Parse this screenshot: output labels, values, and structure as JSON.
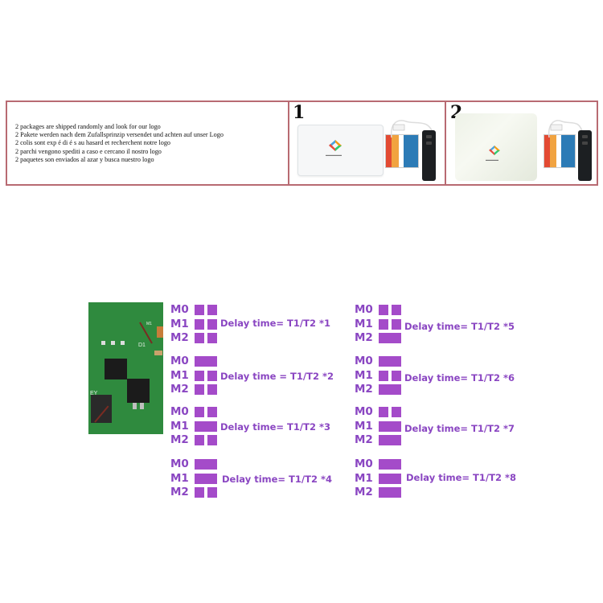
{
  "notice": {
    "lines": [
      "2 packages are shipped randomly and look for our logo",
      "2 Pakete werden nach dem Zufallsprinzip versendet und achten auf unser Logo",
      "2 colis sont exp é di é s au hasard et recherchent notre logo",
      "2 parchi vengono spediti a caso e cercano il nostro logo",
      "2 paquetes son enviados al azar y busca nuestro logo"
    ]
  },
  "packages": [
    {
      "number": "1",
      "type": "plastic-box"
    },
    {
      "number": "2",
      "type": "bag"
    }
  ],
  "delay_configs": [
    {
      "rows": [
        [
          "M0",
          [
            1,
            1
          ]
        ],
        [
          "M1",
          [
            1,
            1
          ]
        ],
        [
          "M2",
          [
            1,
            1
          ]
        ]
      ],
      "text": "Delay time= T1/T2 *1"
    },
    {
      "rows": [
        [
          "M0",
          [
            2
          ]
        ],
        [
          "M1",
          [
            1,
            1
          ]
        ],
        [
          "M2",
          [
            1,
            1
          ]
        ]
      ],
      "text": "Delay time = T1/T2 *2"
    },
    {
      "rows": [
        [
          "M0",
          [
            1,
            1
          ]
        ],
        [
          "M1",
          [
            2
          ]
        ],
        [
          "M2",
          [
            1,
            1
          ]
        ]
      ],
      "text": "Delay time= T1/T2 *3"
    },
    {
      "rows": [
        [
          "M0",
          [
            2
          ]
        ],
        [
          "M1",
          [
            2
          ]
        ],
        [
          "M2",
          [
            1,
            1
          ]
        ]
      ],
      "text": "Delay time= T1/T2 *4"
    },
    {
      "rows": [
        [
          "M0",
          [
            1,
            1
          ]
        ],
        [
          "M1",
          [
            1,
            1
          ]
        ],
        [
          "M2",
          [
            2
          ]
        ]
      ],
      "text": "Delay time= T1/T2 *5"
    },
    {
      "rows": [
        [
          "M0",
          [
            2
          ]
        ],
        [
          "M1",
          [
            1,
            1
          ]
        ],
        [
          "M2",
          [
            2
          ]
        ]
      ],
      "text": "Delay time= T1/T2 *6"
    },
    {
      "rows": [
        [
          "M0",
          [
            1,
            1
          ]
        ],
        [
          "M1",
          [
            2
          ]
        ],
        [
          "M2",
          [
            2
          ]
        ]
      ],
      "text": "Delay time= T1/T2 *7"
    },
    {
      "rows": [
        [
          "M0",
          [
            2
          ]
        ],
        [
          "M1",
          [
            2
          ]
        ],
        [
          "M2",
          [
            2
          ]
        ]
      ],
      "text": "Delay time= T1/T2 *8"
    }
  ],
  "pcb_labels": [
    "D1",
    "M1",
    "EY"
  ],
  "colors": {
    "accent_purple": "#a44bc9",
    "label_purple": "#8a46c2",
    "border": "#b86a72",
    "pcb_green": "#2f8a3e"
  }
}
